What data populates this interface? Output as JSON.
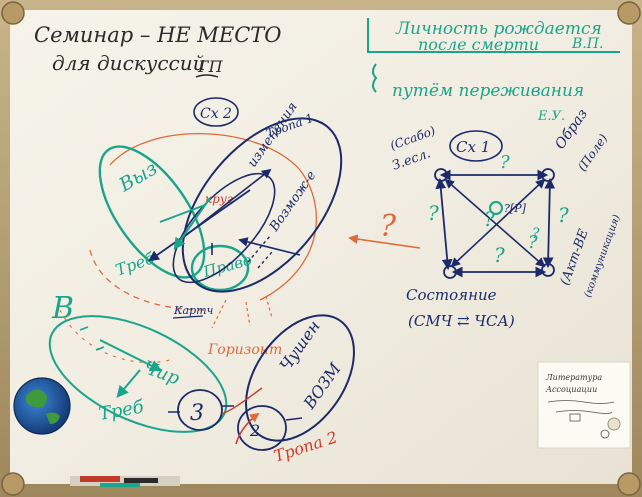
{
  "board": {
    "top_left": {
      "line1": "Семинар – НЕ МЕСТО",
      "line2": "для дискуссий",
      "initials": "ГП"
    },
    "top_right": {
      "line1": "Личность рождается",
      "line2": "после смерти",
      "initials1": "В.П.",
      "line3": "путём переживания",
      "initials2": "Е.У."
    },
    "diagram_left": {
      "label": "Сх 2",
      "vyz": "Выз",
      "treb": "Треб",
      "pravo": "Право",
      "izmen": "изменения",
      "kartoch": "Картч",
      "vozm": "Возмож-е",
      "tropa": "Тропа 1",
      "krug": "круг",
      "gorizont": "Горизонт",
      "big_b": "В",
      "chir": "Чир",
      "treb2": "Треб",
      "b3": "3",
      "b2": "2",
      "chushen": "Чушен",
      "vozm2": "ВОЗМ",
      "tropa2": "Тропа 2",
      "q_arrow": "?"
    },
    "diagram_right": {
      "label": "Сх 1",
      "tl1": "(Ссабо)",
      "tl2": "З.есл.",
      "tr1": "Образ",
      "tr2": "(Поле)",
      "center": "?[Р]",
      "bl": "Состояние",
      "bl_formula": "(СМЧ ⇄ ЧСА)",
      "br1": "(Акт-ВЕ",
      "br2": "(коммуникация)",
      "q": "?"
    },
    "sticky": {
      "line1": "Литература",
      "line2": "Ассоциации",
      "line3": "",
      "line4": ""
    },
    "magnets": [
      "blue-magnet",
      "red-magnet",
      "green-magnet"
    ]
  },
  "colors": {
    "frame": "#b8a078",
    "board": "#f3efe4",
    "green": "#1aa58b",
    "navy": "#1d2a6a",
    "orange": "#e06a3a",
    "red": "#d23a2a"
  }
}
